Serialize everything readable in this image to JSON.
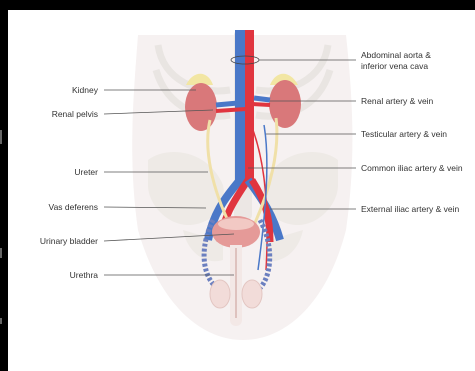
{
  "diagram": {
    "labels_left": [
      "Kidney",
      "Renal pelvis",
      "Ureter",
      "Vas deferens",
      "Urinary bladder",
      "Urethra"
    ],
    "labels_right": [
      "Abdominal aorta &",
      "inferior vena cava",
      "Renal artery & vein",
      "Testicular artery & vein",
      "Common iliac artery & vein",
      "External iliac artery & vein"
    ],
    "colors": {
      "artery": "#e0353f",
      "vein": "#4a78c8",
      "kidney": "#d9787a",
      "adrenal": "#f2e6a3",
      "bone": "#efece8",
      "skin": "#f3ecec",
      "leader": "#555555"
    }
  }
}
